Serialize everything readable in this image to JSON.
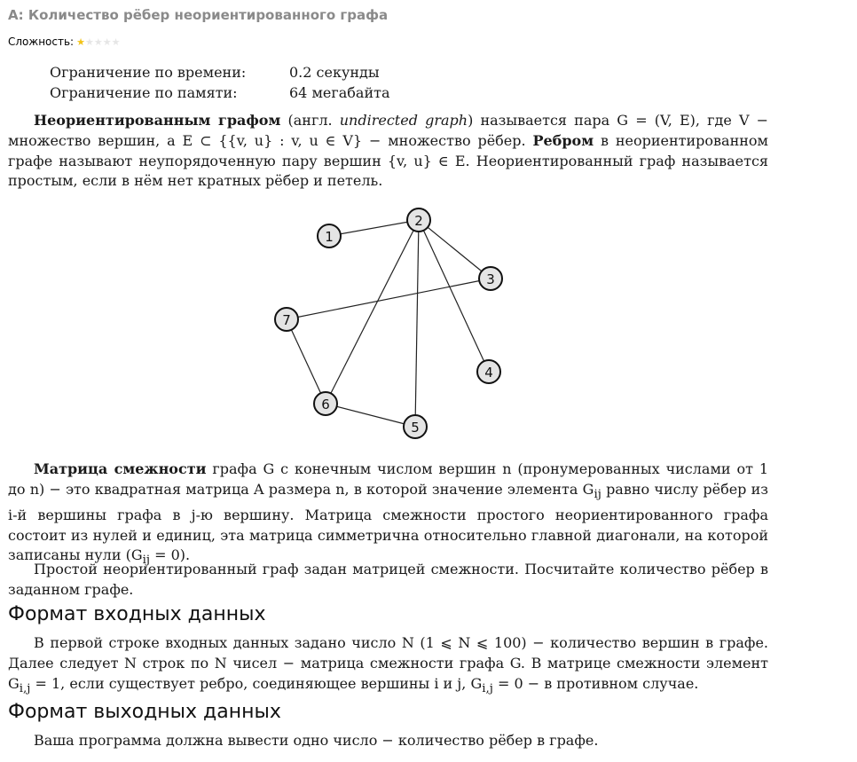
{
  "problem": {
    "title": "А: Количество рёбер неориентированного графа",
    "difficulty_label": "Сложность:",
    "difficulty_stars": 1,
    "difficulty_max": 5
  },
  "limits": [
    {
      "label": "Ограничение по времени:",
      "value": "0.2 секунды"
    },
    {
      "label": "Ограничение по памяти:",
      "value": "64 мегабайта"
    }
  ],
  "statement": {
    "p1_bold1": "Неориентированным графом",
    "p1_t1": " (англ. ",
    "p1_italic": "undirected graph",
    "p1_t2": ") называется пара G = (V, E), где V − множество вершин, а E ⊂ {{v, u} : v, u ∈ V} − множество рёбер. ",
    "p1_bold2": "Ребром",
    "p1_t3": " в неориентированном графе называют неупорядоченную пару вершин {v, u} ∈ E. Неориентированный граф называется простым, если в нём нет кратных рёбер и петель.",
    "p2_bold": "Матрица смежности",
    "p2_t1": " графа G с конечным числом вершин n (пронумерованных числами от 1 до n) − это квадратная матрица A размера n, в которой значение элемента G",
    "p2_sub": "ij",
    "p2_t2": " равно числу рёбер из i-й вершины графа в j-ю вершину. Матрица смежности простого неориентированного графа состоит из нулей и единиц, эта матрица симметрична относительно главной диагонали, на которой записаны нули (G",
    "p2_sub2": "ij",
    "p2_t3": " = 0).",
    "p3": "Простой неориентированный граф задан матрицей смежности. Посчитайте количество рёбер в заданном графе."
  },
  "graph": {
    "nodes": [
      {
        "id": "1"
      },
      {
        "id": "2"
      },
      {
        "id": "3"
      },
      {
        "id": "4"
      },
      {
        "id": "5"
      },
      {
        "id": "6"
      },
      {
        "id": "7"
      }
    ],
    "edges": [
      [
        "1",
        "2"
      ],
      [
        "2",
        "3"
      ],
      [
        "2",
        "4"
      ],
      [
        "2",
        "5"
      ],
      [
        "2",
        "6"
      ],
      [
        "7",
        "3"
      ],
      [
        "7",
        "6"
      ],
      [
        "6",
        "5"
      ]
    ]
  },
  "input_section": {
    "heading": "Формат входных данных",
    "t1": "В первой строке входных данных задано число N (1 ⩽ N ⩽ 100) − количество вершин в графе. Далее следует N строк по N чисел − матрица смежности графа G. В матрице смежности элемент G",
    "sub1": "i,j",
    "t2": " = 1, если существует ребро, соединяющее вершины i и j, G",
    "sub2": "i,j",
    "t3": " = 0 − в противном случае."
  },
  "output_section": {
    "heading": "Формат выходных данных",
    "text": "Ваша программа должна вывести одно число − количество рёбер в графе."
  }
}
